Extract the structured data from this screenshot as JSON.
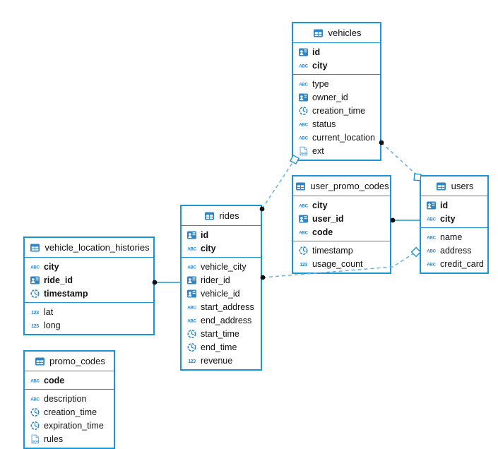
{
  "diagram": {
    "colors": {
      "table_border": "#1a96d6",
      "icon_blue": "#2e86c6",
      "icon_light_blue": "#79b7e0",
      "connector_dashed": "#66b2e2",
      "connector_solid": "#1a96d6",
      "connector_dot": "#111111",
      "text": "#111111",
      "background": "#ffffff"
    },
    "icon_glyphs": {
      "text": "ABC",
      "number": "123",
      "json": "JSON"
    },
    "tables": [
      {
        "name": "vehicles",
        "primary": [
          {
            "icon": "uuid",
            "label": "id"
          },
          {
            "icon": "text",
            "label": "city"
          }
        ],
        "fields": [
          {
            "icon": "text",
            "label": "type"
          },
          {
            "icon": "uuid",
            "label": "owner_id"
          },
          {
            "icon": "timestamp",
            "label": "creation_time"
          },
          {
            "icon": "text",
            "label": "status"
          },
          {
            "icon": "text",
            "label": "current_location"
          },
          {
            "icon": "json",
            "label": "ext"
          }
        ]
      },
      {
        "name": "user_promo_codes",
        "primary": [
          {
            "icon": "text",
            "label": "city"
          },
          {
            "icon": "uuid",
            "label": "user_id"
          },
          {
            "icon": "text",
            "label": "code"
          }
        ],
        "fields": [
          {
            "icon": "timestamp",
            "label": "timestamp"
          },
          {
            "icon": "number",
            "label": "usage_count"
          }
        ]
      },
      {
        "name": "users",
        "primary": [
          {
            "icon": "uuid",
            "label": "id"
          },
          {
            "icon": "text",
            "label": "city"
          }
        ],
        "fields": [
          {
            "icon": "text",
            "label": "name"
          },
          {
            "icon": "text",
            "label": "address"
          },
          {
            "icon": "text",
            "label": "credit_card"
          }
        ]
      },
      {
        "name": "rides",
        "primary": [
          {
            "icon": "uuid",
            "label": "id"
          },
          {
            "icon": "text",
            "label": "city"
          }
        ],
        "fields": [
          {
            "icon": "text",
            "label": "vehicle_city"
          },
          {
            "icon": "uuid",
            "label": "rider_id"
          },
          {
            "icon": "uuid",
            "label": "vehicle_id"
          },
          {
            "icon": "text",
            "label": "start_address"
          },
          {
            "icon": "text",
            "label": "end_address"
          },
          {
            "icon": "timestamp",
            "label": "start_time"
          },
          {
            "icon": "timestamp",
            "label": "end_time"
          },
          {
            "icon": "number",
            "label": "revenue"
          }
        ]
      },
      {
        "name": "vehicle_location_histories",
        "primary": [
          {
            "icon": "text",
            "label": "city"
          },
          {
            "icon": "uuid",
            "label": "ride_id"
          },
          {
            "icon": "timestamp",
            "label": "timestamp"
          }
        ],
        "fields": [
          {
            "icon": "number",
            "label": "lat"
          },
          {
            "icon": "number",
            "label": "long"
          }
        ]
      },
      {
        "name": "promo_codes",
        "primary": [
          {
            "icon": "text",
            "label": "code"
          }
        ],
        "fields": [
          {
            "icon": "text",
            "label": "description"
          },
          {
            "icon": "timestamp",
            "label": "creation_time"
          },
          {
            "icon": "timestamp",
            "label": "expiration_time"
          },
          {
            "icon": "json",
            "label": "rules"
          }
        ]
      }
    ],
    "relationships": [
      {
        "from": "rides",
        "to": "vehicles",
        "style": "dashed"
      },
      {
        "from": "vehicles",
        "to": "users",
        "style": "dashed"
      },
      {
        "from": "user_promo_codes",
        "to": "users",
        "style": "solid"
      },
      {
        "from": "rides",
        "to": "users",
        "style": "dashed"
      },
      {
        "from": "vehicle_location_histories",
        "to": "rides",
        "style": "solid"
      }
    ]
  }
}
